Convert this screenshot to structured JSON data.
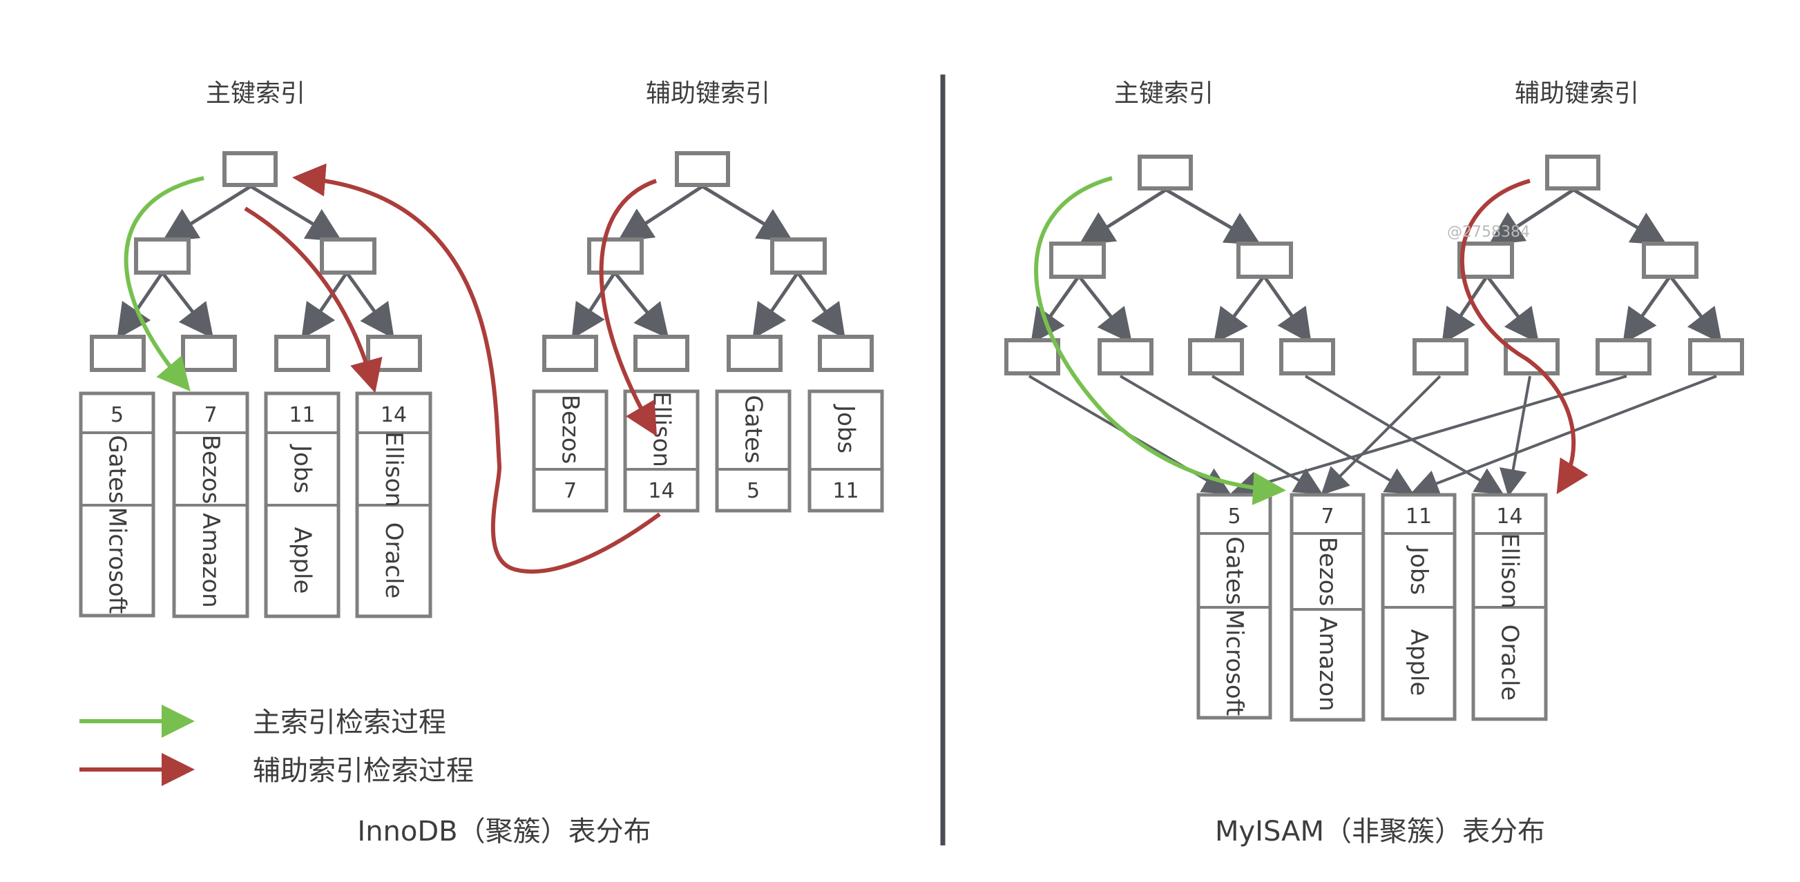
{
  "innodb": {
    "primary_title": "主键索引",
    "secondary_title": "辅助键索引",
    "caption": "InnoDB（聚簇）表分布",
    "leaf_records": [
      {
        "id": "5",
        "name": "Gates",
        "company": "Microsoft"
      },
      {
        "id": "7",
        "name": "Bezos",
        "company": "Amazon"
      },
      {
        "id": "11",
        "name": "Jobs",
        "company": "Apple"
      },
      {
        "id": "14",
        "name": "Ellison",
        "company": "Oracle"
      }
    ],
    "secondary_leaves": [
      {
        "name": "Bezos",
        "id": "7"
      },
      {
        "name": "Ellison",
        "id": "14"
      },
      {
        "name": "Gates",
        "id": "5"
      },
      {
        "name": "Jobs",
        "id": "11"
      }
    ]
  },
  "myisam": {
    "primary_title": "主键索引",
    "secondary_title": "辅助键索引",
    "caption": "MyISAM（非聚簇）表分布",
    "rows": [
      {
        "id": "5",
        "name": "Gates",
        "company": "Microsoft"
      },
      {
        "id": "7",
        "name": "Bezos",
        "company": "Amazon"
      },
      {
        "id": "11",
        "name": "Jobs",
        "company": "Apple"
      },
      {
        "id": "14",
        "name": "Ellison",
        "company": "Oracle"
      }
    ]
  },
  "legend": {
    "primary_label": "主索引检索过程",
    "secondary_label": "辅助索引检索过程"
  },
  "watermark": "@2758384",
  "colors": {
    "primary_path": "#77c04f",
    "secondary_path": "#ab3d3b",
    "edge": "#5d6066",
    "node_border": "#7f7f7f",
    "divider": "#4a4d54"
  }
}
